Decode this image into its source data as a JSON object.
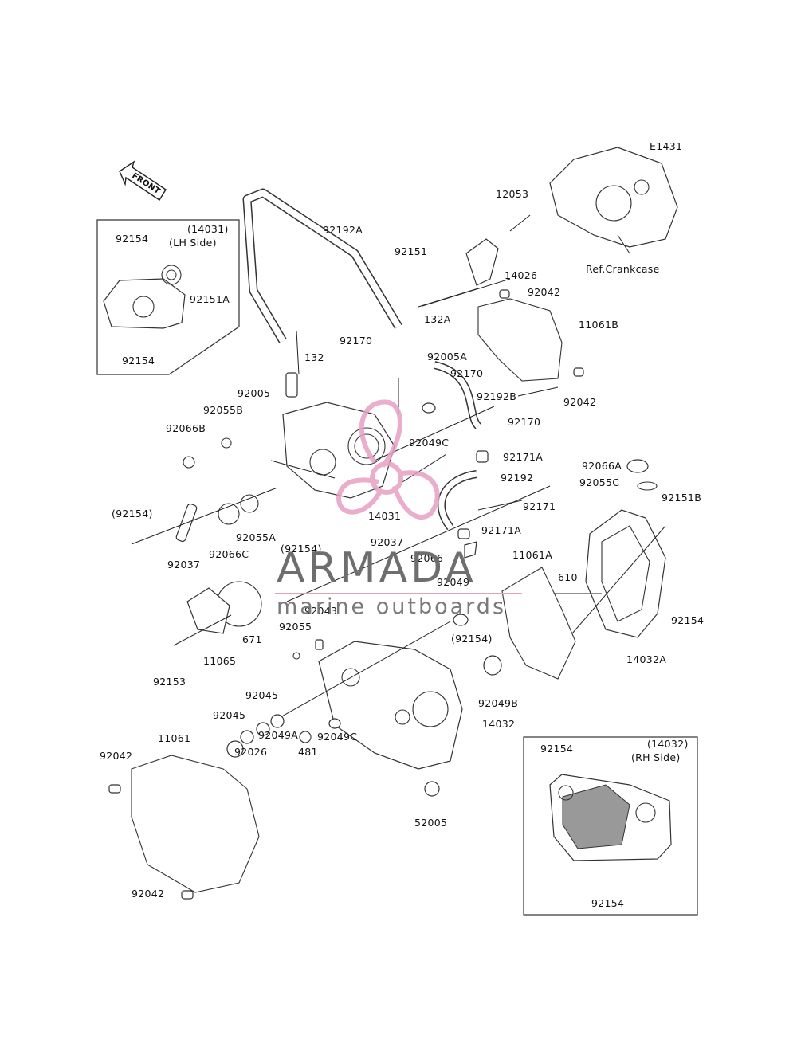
{
  "diagram": {
    "code": "E1431",
    "front_text": "FRONT",
    "ref_crankcase": "Ref.Crankcase",
    "inset_lh": {
      "ref": "(14031)",
      "side": "(LH Side)"
    },
    "inset_rh": {
      "ref": "(14032)",
      "side": "(RH Side)"
    },
    "labels": [
      "92154",
      "92151A",
      "92154",
      "92192A",
      "12053",
      "92151",
      "14026",
      "132A",
      "92042",
      "11061B",
      "92042",
      "92170",
      "92005A",
      "92170",
      "132",
      "92005",
      "92192B",
      "92170",
      "92055B",
      "92066B",
      "92049C",
      "92171A",
      "92192",
      "92171",
      "92171A",
      "(92154)",
      "92037",
      "92066C",
      "92055A",
      "14031",
      "92037",
      "(92154)",
      "92066",
      "92066A",
      "92055C",
      "92151B",
      "11061A",
      "610",
      "92154",
      "14032A",
      "92049",
      "92043",
      "92055",
      "671",
      "11065",
      "92153",
      "(92154)",
      "92049B",
      "92045",
      "92045",
      "92049A",
      "92026",
      "481",
      "92049C",
      "14032",
      "52005",
      "11061",
      "92042",
      "92042",
      "92154",
      "92154"
    ]
  },
  "watermark": {
    "brand": "ARMADA",
    "tagline": "marine outboards",
    "accent_color": "#e7a0c4"
  }
}
